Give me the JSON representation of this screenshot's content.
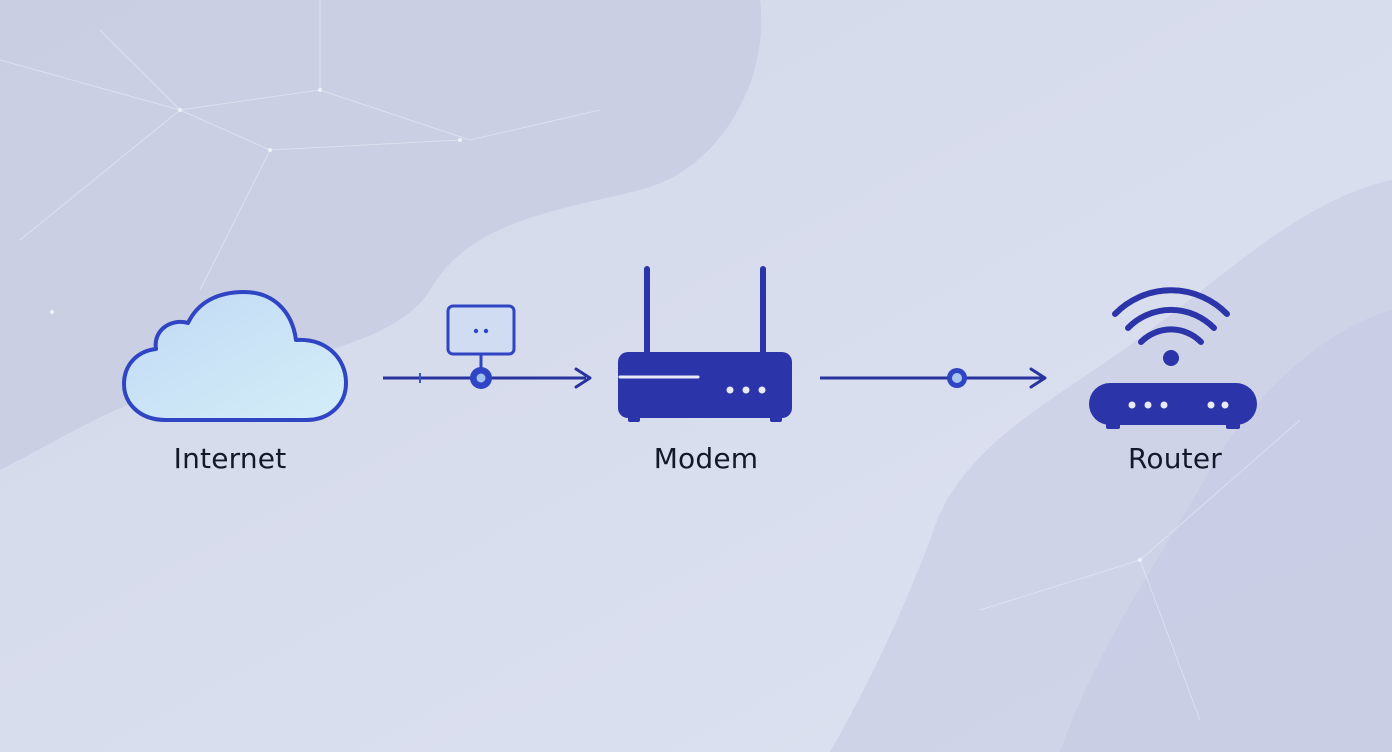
{
  "nodes": [
    {
      "id": "internet",
      "label": "Internet",
      "icon": "cloud-icon"
    },
    {
      "id": "modem",
      "label": "Modem",
      "icon": "modem-icon"
    },
    {
      "id": "router",
      "label": "Router",
      "icon": "wifi-router-icon"
    }
  ],
  "edges": [
    {
      "from": "internet",
      "to": "modem",
      "icon": "monitor-icon"
    },
    {
      "from": "modem",
      "to": "router"
    }
  ],
  "colors": {
    "background": "#d9deef",
    "accent": "#2b34a8",
    "cloud_fill": "#c9e4f7",
    "label_text": "#141829"
  }
}
